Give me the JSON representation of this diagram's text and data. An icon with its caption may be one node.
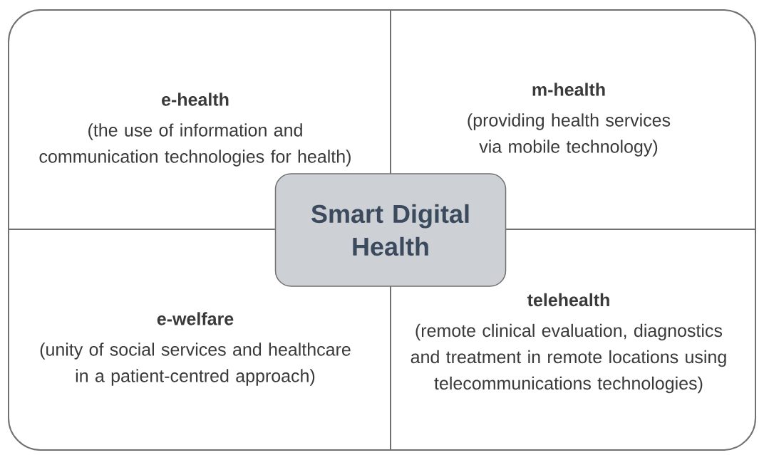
{
  "diagram": {
    "nodes": [
      {
        "text": [
          "e-health",
          "(the use of information and communication technologies for health)"
        ]
      },
      {
        "text": [
          "m-health",
          "(providing health services via mobile technology)"
        ]
      },
      {
        "text": [
          "Smart Digital Health"
        ]
      },
      {
        "text": [
          "e-welfare",
          "(unity of social services and healthcare in a patient-centred approach)"
        ]
      },
      {
        "text": [
          "telehealth",
          "(remote clinical evaluation, diagnostics and treatment in remote locations using telecommunications technologies)"
        ]
      }
    ]
  }
}
